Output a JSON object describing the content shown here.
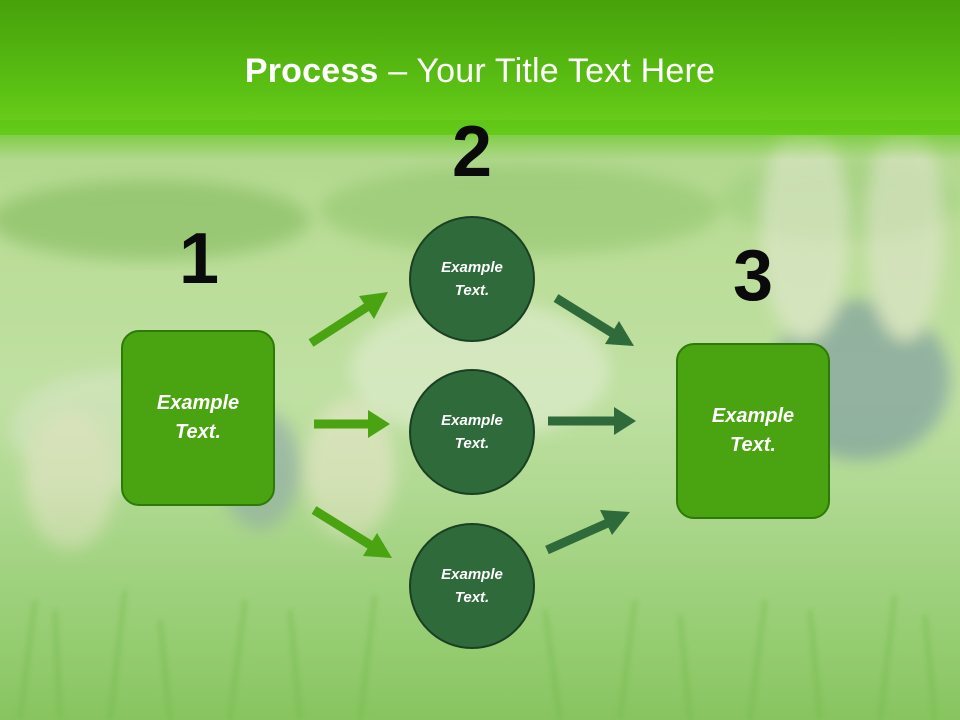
{
  "title": {
    "bold": "Process",
    "separator": " – ",
    "rest": "Your Title Text Here"
  },
  "steps": [
    {
      "number": "1",
      "label": "Example Text."
    },
    {
      "number": "2",
      "label": "Example Text."
    },
    {
      "number": "3",
      "label": "Example Text."
    }
  ],
  "circles": [
    {
      "label": "Example Text."
    },
    {
      "label": "Example Text."
    },
    {
      "label": "Example Text."
    }
  ],
  "colors": {
    "title_band": "#5cc214",
    "box_fill": "#4aa310",
    "circle_fill": "#2f6a3a",
    "arrow_light": "#4aa310",
    "arrow_dark": "#2f6a3a"
  }
}
